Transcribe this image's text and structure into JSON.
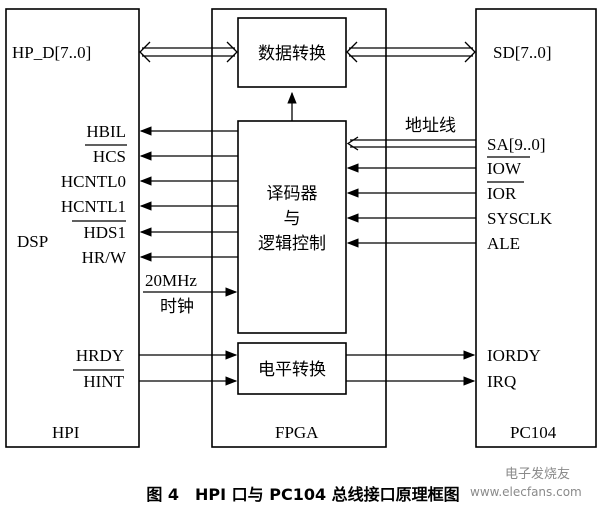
{
  "blocks": {
    "dsp_name": "DSP",
    "hpi_name": "HPI",
    "fpga_name": "FPGA",
    "pc104_name": "PC104",
    "data_convert": "数据转换",
    "decoder_line1": "译码器",
    "decoder_line2": "与",
    "decoder_line3": "逻辑控制",
    "level_convert": "电平转换"
  },
  "signals": {
    "hp_d": "HP_D[7..0]",
    "sd": "SD[7..0]",
    "address_bus": "地址线",
    "hbil": "HBIL",
    "hcs": "HCS",
    "hcntl0": "HCNTL0",
    "hcntl1": "HCNTL1",
    "hds1": "HDS1",
    "hrw": "HR/W",
    "clock_freq": "20MHz",
    "clock_label": "时钟",
    "hrdy": "HRDY",
    "hint": "HINT",
    "sa": "SA[9..0]",
    "iow": "IOW",
    "ior": "IOR",
    "sysclk": "SYSCLK",
    "ale": "ALE",
    "iordy": "IORDY",
    "irq": "IRQ"
  },
  "caption": "图 4　HPI 口与 PC104 总线接口原理框图",
  "watermark": {
    "line1": "电子发烧友",
    "line2": "www.elecfans.com"
  }
}
